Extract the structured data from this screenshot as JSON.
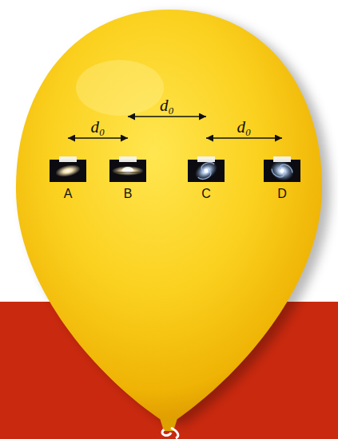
{
  "diagram": {
    "nodes": [
      {
        "text": [
          "A"
        ]
      },
      {
        "text": [
          "B"
        ]
      },
      {
        "text": [
          "C"
        ]
      },
      {
        "text": [
          "D"
        ]
      }
    ],
    "edges": [
      {
        "from": 0,
        "to": 1,
        "label": "d₀",
        "arrow": "both"
      },
      {
        "from": 1,
        "to": 2,
        "label": "d₀",
        "arrow": "both"
      },
      {
        "from": 2,
        "to": 3,
        "label": "d₀",
        "arrow": "both"
      }
    ]
  }
}
